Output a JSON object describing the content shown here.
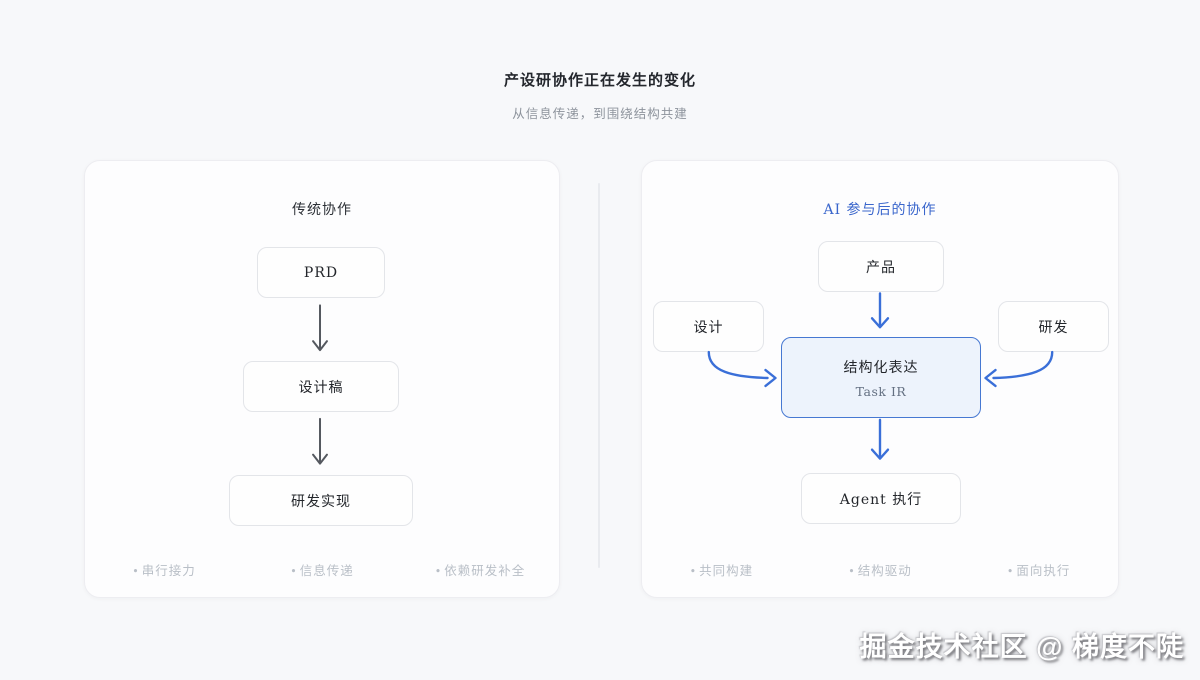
{
  "header": {
    "title": "产设研协作正在发生的变化",
    "subtitle": "从信息传递，到围绕结构共建"
  },
  "bullet": "•",
  "left_panel": {
    "title": "传统协作",
    "node_prd": "PRD",
    "node_design": "设计稿",
    "node_dev": "研发实现",
    "footers": [
      "串行接力",
      "信息传递",
      "依赖研发补全"
    ]
  },
  "right_panel": {
    "title": "AI 参与后的协作",
    "node_product": "产品",
    "node_design": "设计",
    "node_dev": "研发",
    "center_title": "结构化表达",
    "center_subtitle": "Task IR",
    "node_agent": "Agent 执行",
    "footers": [
      "共同构建",
      "结构驱动",
      "面向执行"
    ]
  },
  "watermark": "掘金技术社区 @ 梯度不陡",
  "colors": {
    "page_bg": "#f7f8fa",
    "panel_bg": "#fdfdfe",
    "accent_blue": "#3a6fd8",
    "title_blue": "#3a66cc",
    "arrow_gray": "#54585f",
    "center_box_bg": "#edf3fc",
    "center_box_border": "#4678d2",
    "footer_text": "#b9bfc7"
  }
}
